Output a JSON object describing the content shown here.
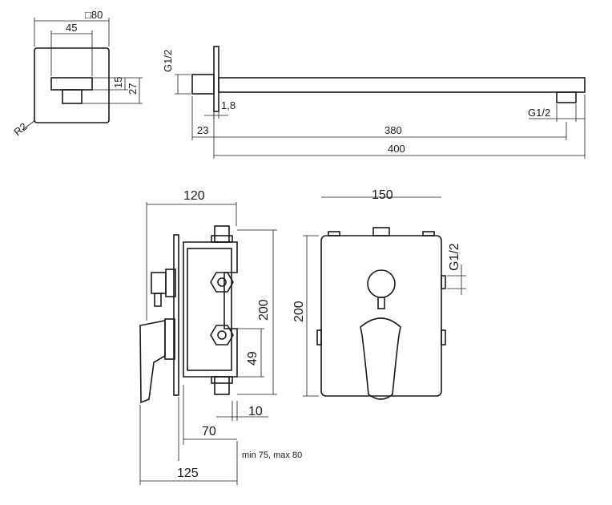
{
  "labels": {
    "sq80": "□80",
    "d45": "45",
    "d15": "15",
    "d27": "27",
    "r2": "R2",
    "g12_arm_left": "G1/2",
    "d1_8": "1,8",
    "g12_arm_right": "G1/2",
    "d23": "23",
    "d380": "380",
    "d400": "400",
    "d120": "120",
    "d200_side": "200",
    "d49": "49",
    "d10": "10",
    "d70": "70",
    "d125": "125",
    "minmax": "min 75, max 80",
    "d150": "150",
    "d200_front": "200",
    "g12_front": "G1/2"
  }
}
